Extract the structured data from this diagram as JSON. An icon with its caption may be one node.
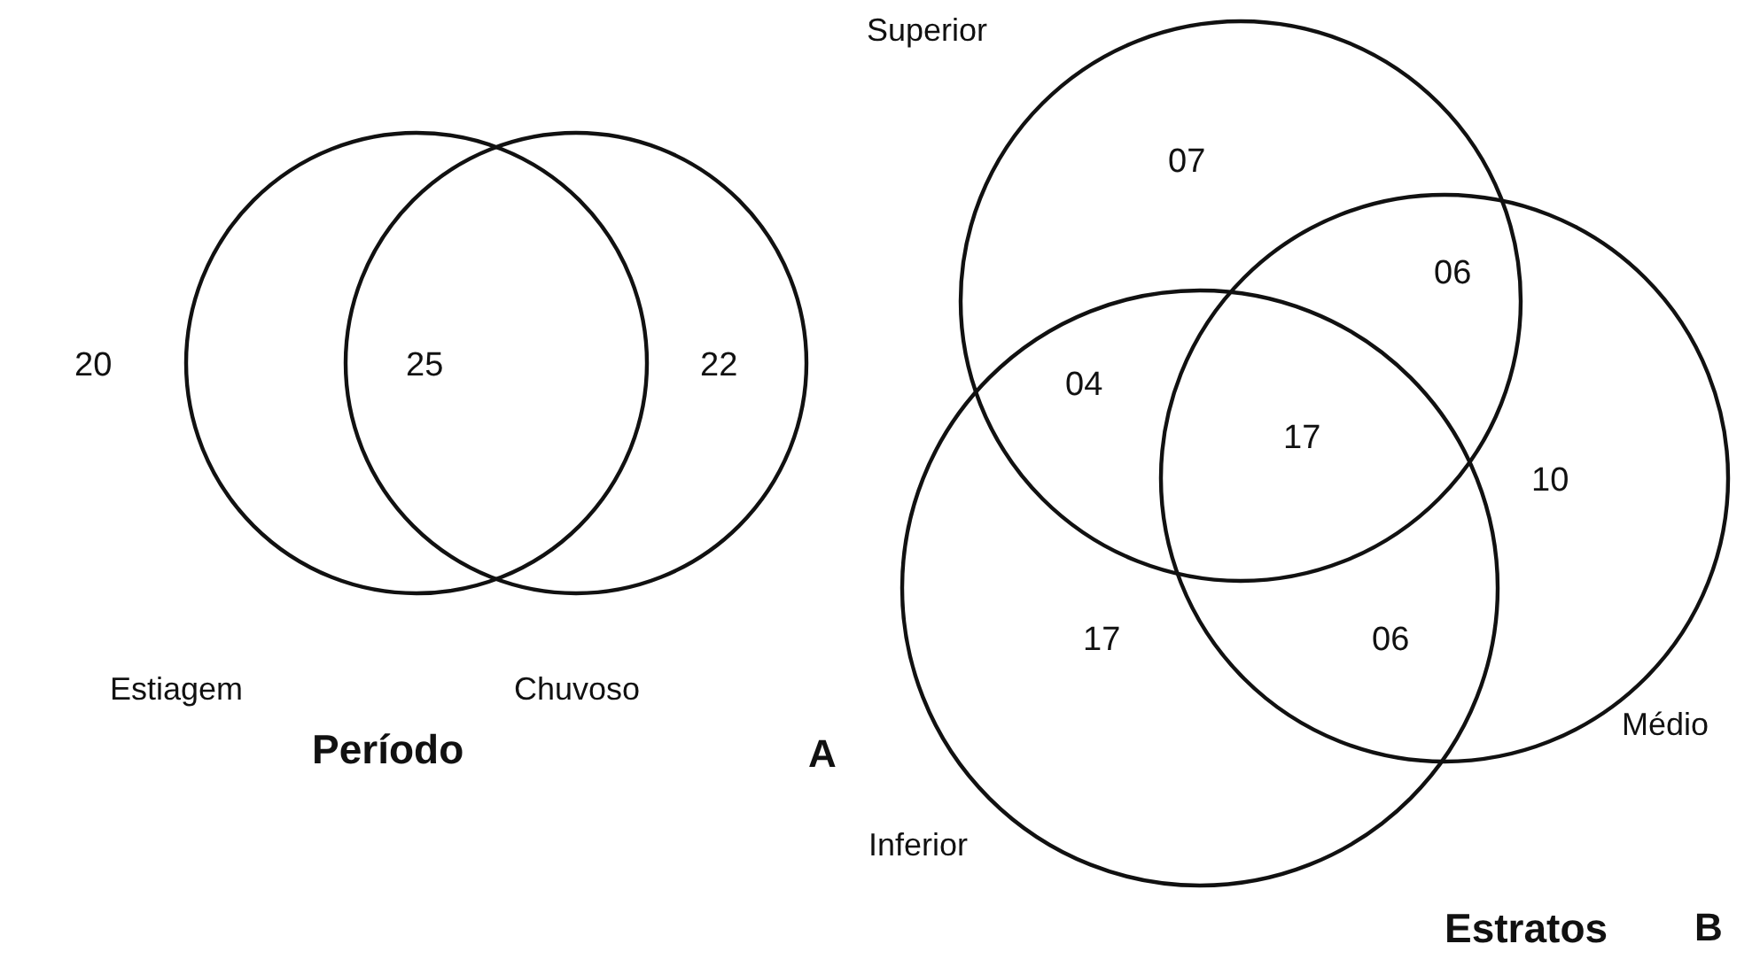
{
  "diagram": {
    "nodes": [
      {
        "text": [
          "Estiagem"
        ]
      },
      {
        "text": [
          "Chuvoso"
        ]
      },
      {
        "text": [
          "Superior"
        ]
      },
      {
        "text": [
          "Médio"
        ]
      },
      {
        "text": [
          "Inferior"
        ]
      }
    ],
    "labels": [
      "20",
      "25",
      "22",
      "Período",
      "A",
      "07",
      "06",
      "04",
      "17",
      "10",
      "17",
      "06",
      "Estratos",
      "B"
    ]
  }
}
